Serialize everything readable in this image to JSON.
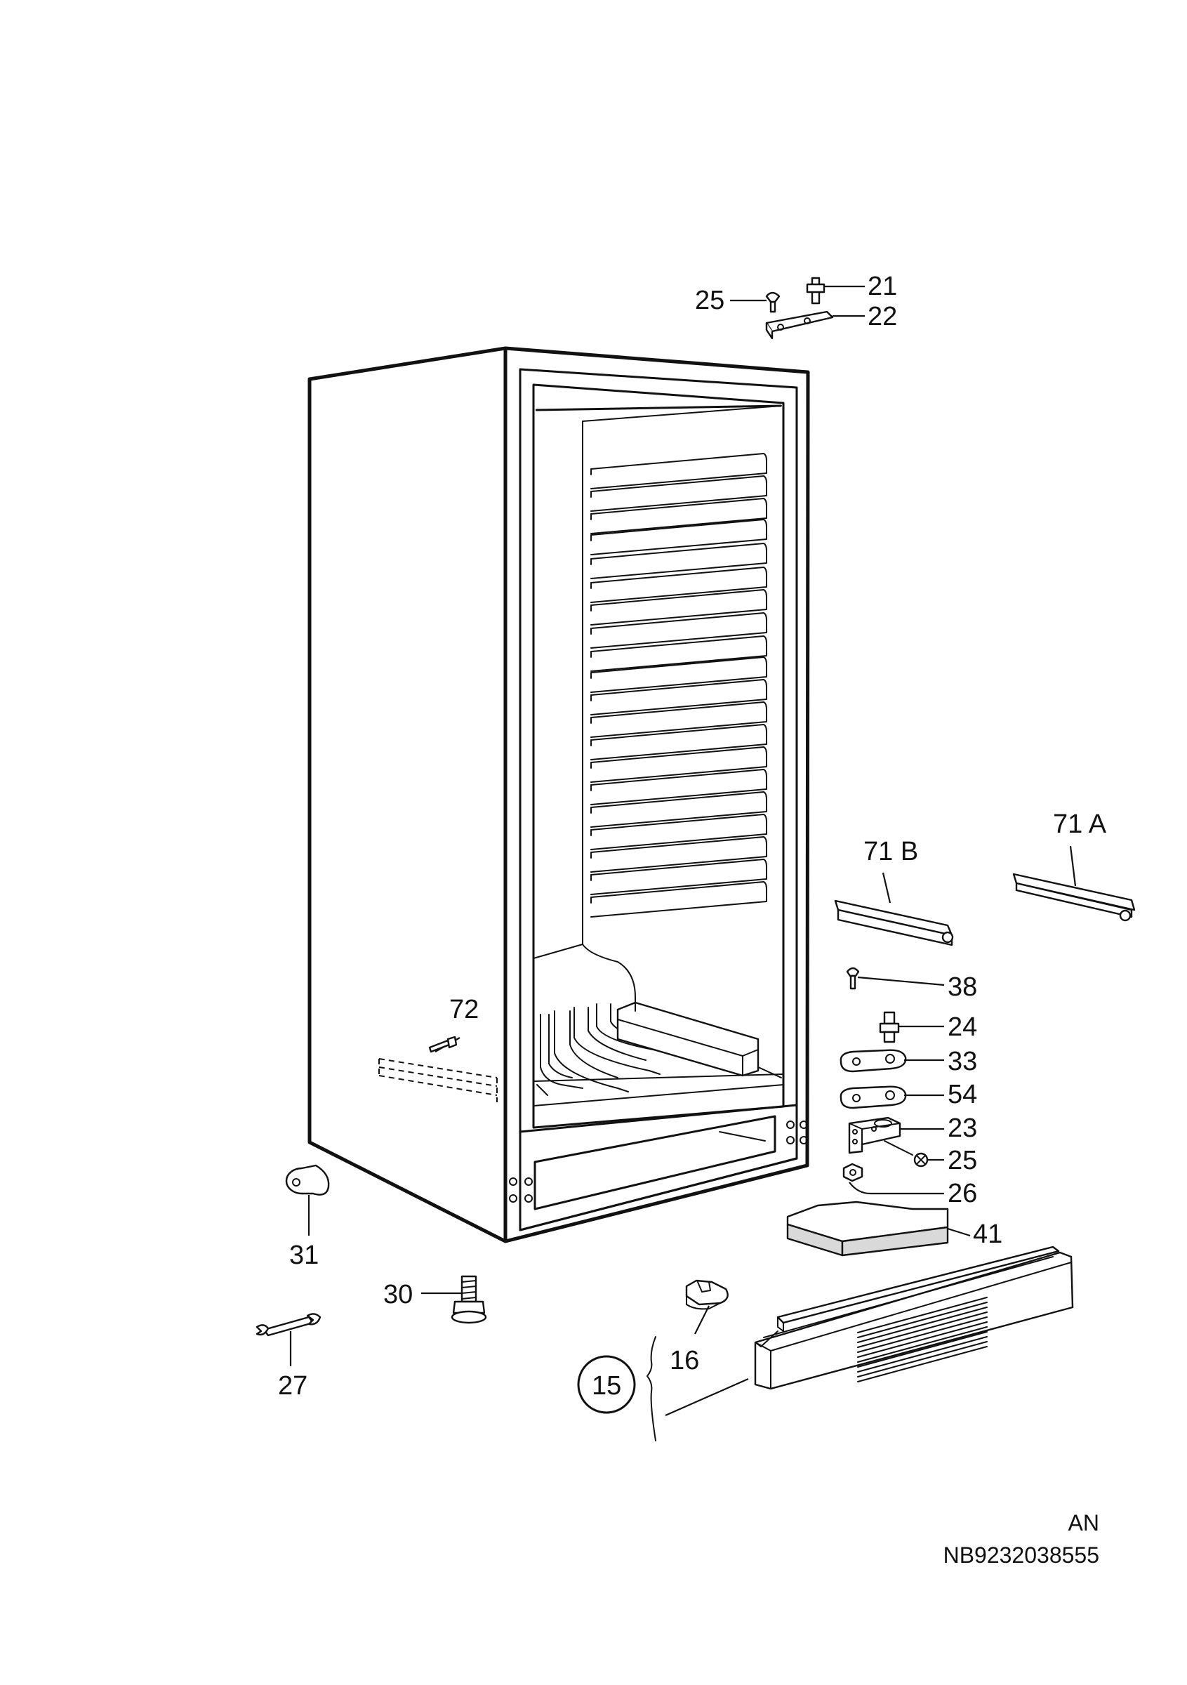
{
  "diagram": {
    "labels": {
      "p21": "21",
      "p22": "22",
      "p25_top": "25",
      "p71A": "71 A",
      "p71B": "71 B",
      "p38": "38",
      "p24": "24",
      "p33": "33",
      "p54": "54",
      "p23": "23",
      "p25_side": "25",
      "p26": "26",
      "p41": "41",
      "p72": "72",
      "p31": "31",
      "p30": "30",
      "p27": "27",
      "p16": "16",
      "p15": "15"
    },
    "footer": {
      "code": "AN",
      "reference": "NB9232038555"
    }
  }
}
